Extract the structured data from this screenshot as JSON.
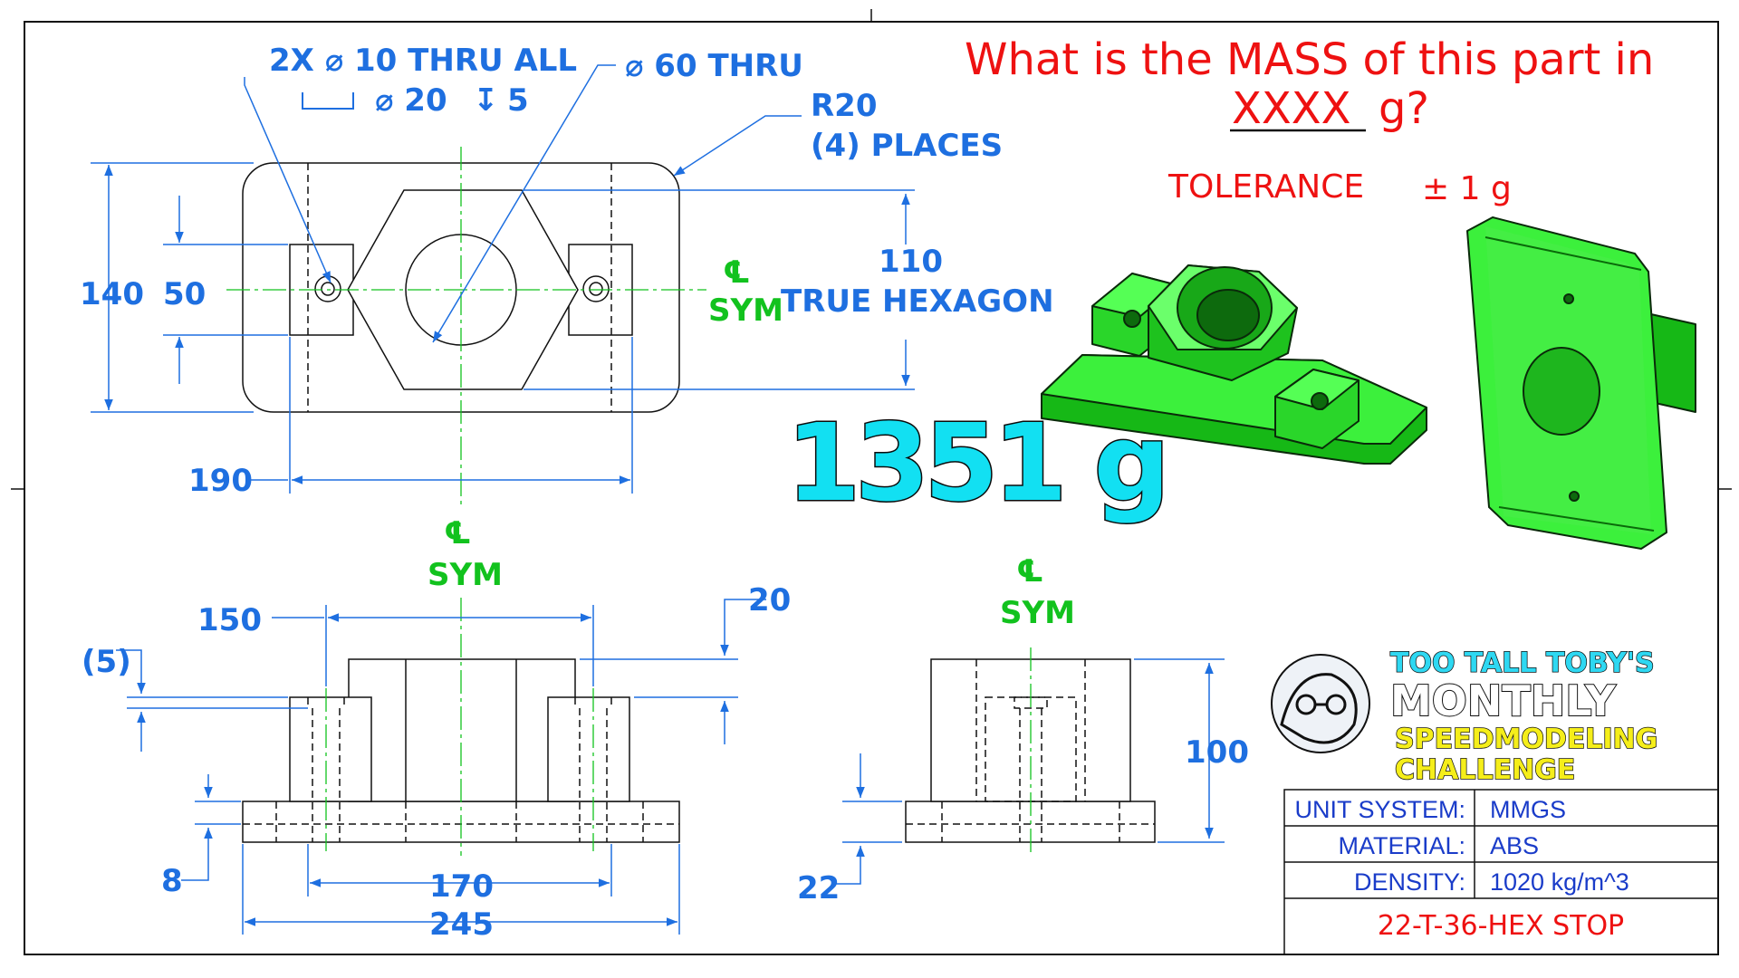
{
  "question": {
    "line1": "What is the MASS of this part in",
    "blank": "XXXX",
    "unit": "g?",
    "tolerance_label": "TOLERANCE",
    "tolerance_value": "± 1 g"
  },
  "answer": "1351 g",
  "top_view": {
    "hole_callout_1": "2X ⌀ 10 THRU ALL",
    "hole_callout_2_sym": "⌀ 20",
    "hole_callout_2_depth": "5",
    "bore_callout": "⌀ 60 THRU",
    "fillet_1": "R20",
    "fillet_2": "(4) PLACES",
    "dim_140": "140",
    "dim_50": "50",
    "dim_110": "110",
    "hexagon_label": "TRUE HEXAGON",
    "dim_190": "190"
  },
  "centerline": {
    "symbol": "℄",
    "label": "SYM"
  },
  "front_view": {
    "dim_150": "150",
    "dim_20": "20",
    "dim_5": "(5)",
    "dim_8": "8",
    "dim_170": "170",
    "dim_245": "245"
  },
  "side_view": {
    "dim_100": "100",
    "dim_22": "22"
  },
  "logo": {
    "line1": "TOO TALL TOBY'S",
    "line2": "MONTHLY",
    "line3": "SPEEDMODELING",
    "line4": "CHALLENGE"
  },
  "title_block": {
    "rows": [
      {
        "label": "UNIT SYSTEM:",
        "value": "MMGS"
      },
      {
        "label": "MATERIAL:",
        "value": "ABS"
      },
      {
        "label": "DENSITY:",
        "value": "1020  kg/m^3"
      }
    ],
    "part_number": "22-T-36-HEX STOP"
  },
  "colors": {
    "dimension": "#1e6fe0",
    "centerline": "#12c21e",
    "question": "#ee1111",
    "answer": "#12e0f2",
    "model": "#22ee22"
  }
}
